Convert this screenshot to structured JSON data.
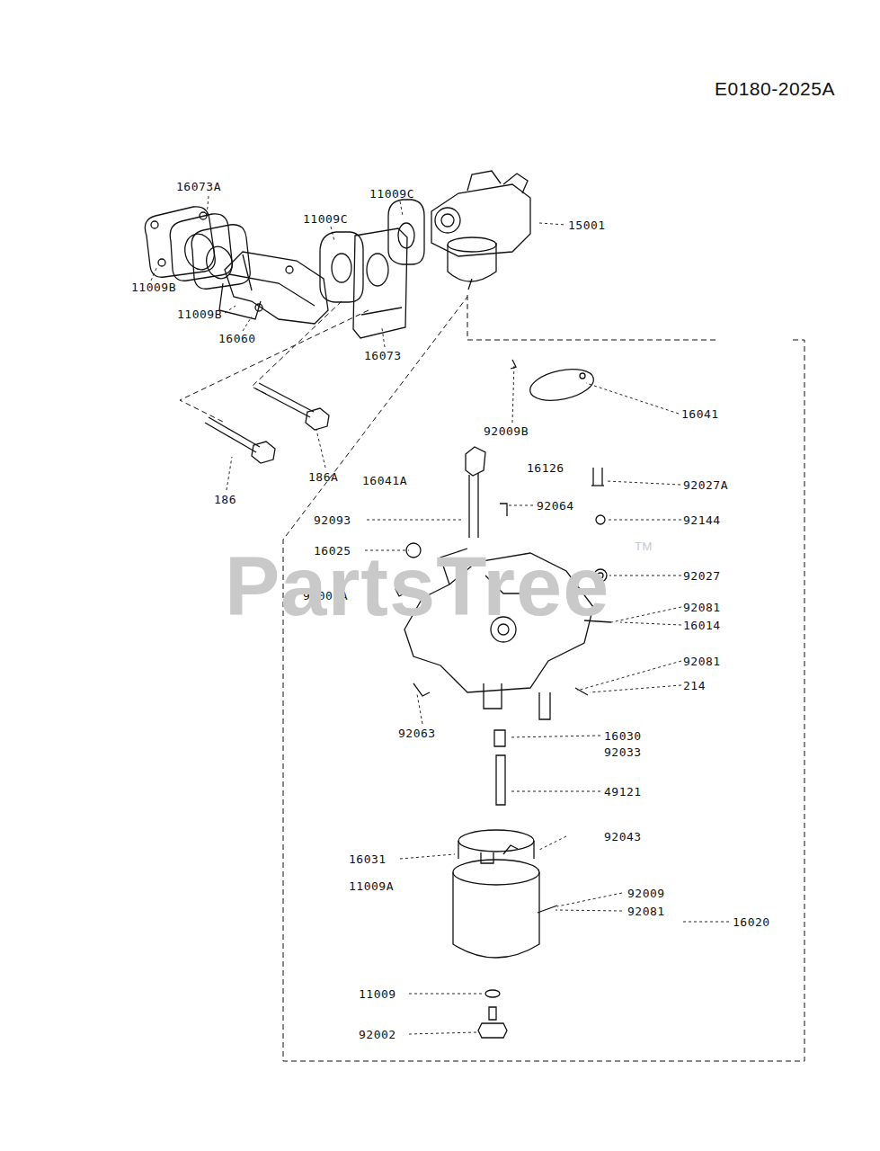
{
  "diagram": {
    "labels": [
      "E0180-2025A",
      "16073A",
      "11009C",
      "11009C",
      "15001",
      "11009B",
      "11009B",
      "16060",
      "16073",
      "92009B",
      "16041",
      "16126",
      "92027A",
      "186A",
      "16041A",
      "92064",
      "92093",
      "92144",
      "16025",
      "92027",
      "92009A",
      "92081",
      "16014",
      "92081",
      "214",
      "186",
      "92063",
      "16030",
      "92033",
      "49121",
      "92043",
      "16031",
      "11009A",
      "92009",
      "92081",
      "16020",
      "11009",
      "92002",
      "PartsTree",
      "TM"
    ]
  }
}
